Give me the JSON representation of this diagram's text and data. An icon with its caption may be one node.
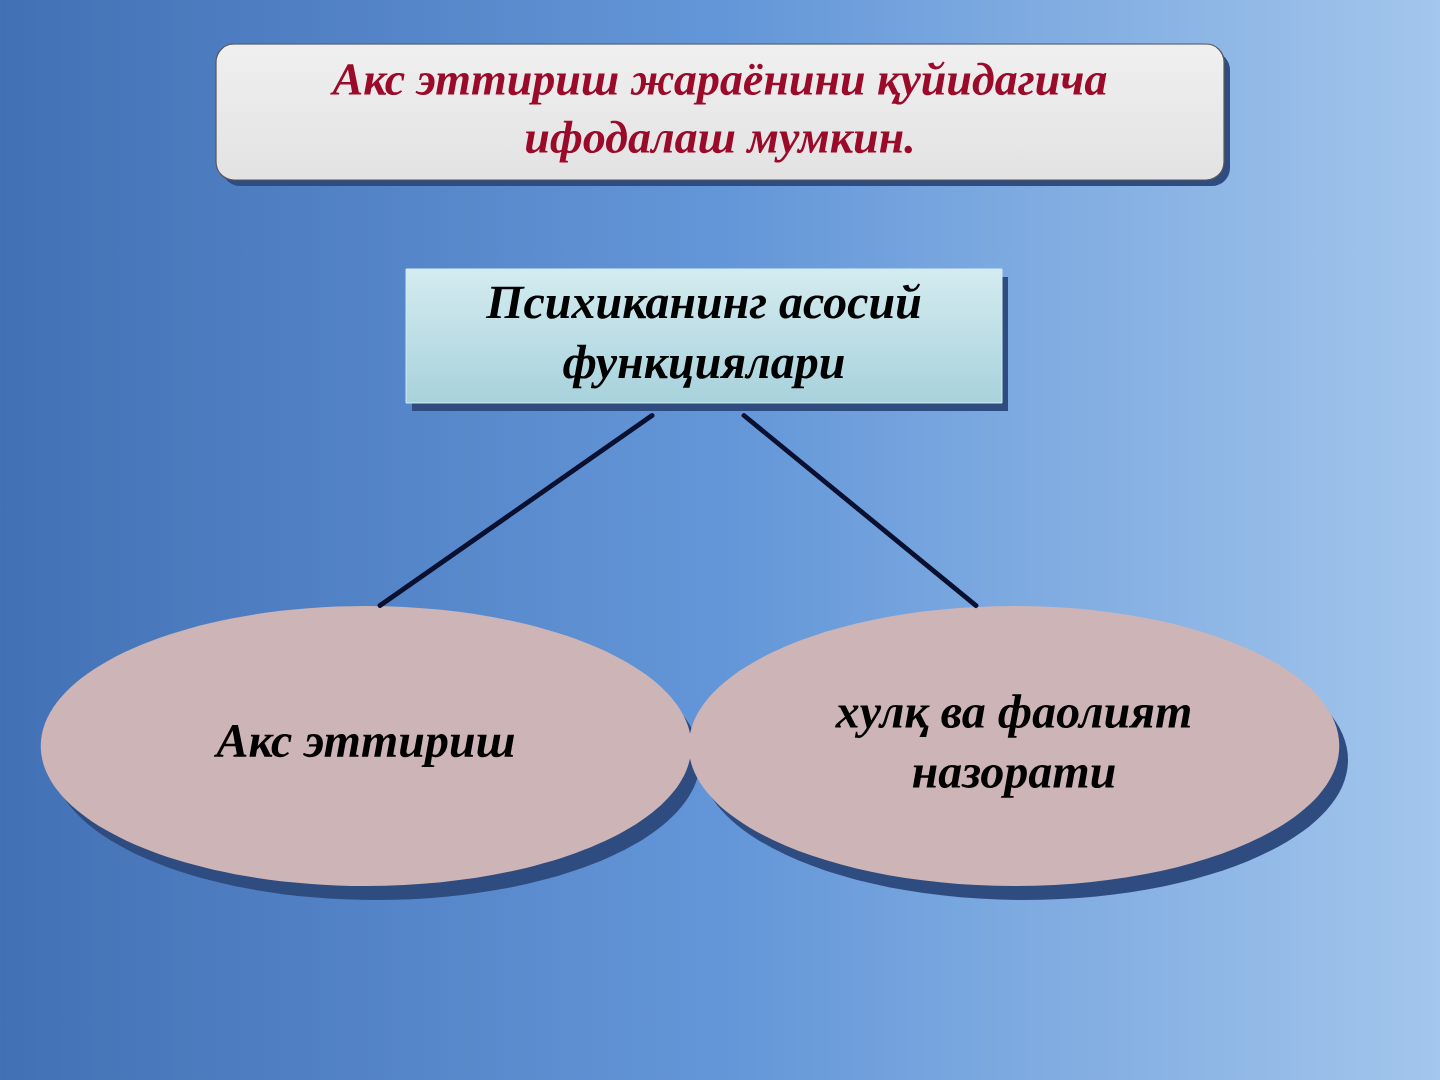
{
  "diagram": {
    "title": "Акс эттириш жараёнини қуйидагича ифодалаш мумкин.",
    "nodes": [
      {
        "text": [
          "Психиканинг асосий функциялари"
        ]
      },
      {
        "text": [
          "Акс эттириш"
        ]
      },
      {
        "text": [
          "хулқ ва фаолият назорати"
        ]
      }
    ],
    "edges": [
      {
        "from": 0,
        "to": 1,
        "arrow": "none"
      },
      {
        "from": 0,
        "to": 2,
        "arrow": "none"
      }
    ]
  }
}
